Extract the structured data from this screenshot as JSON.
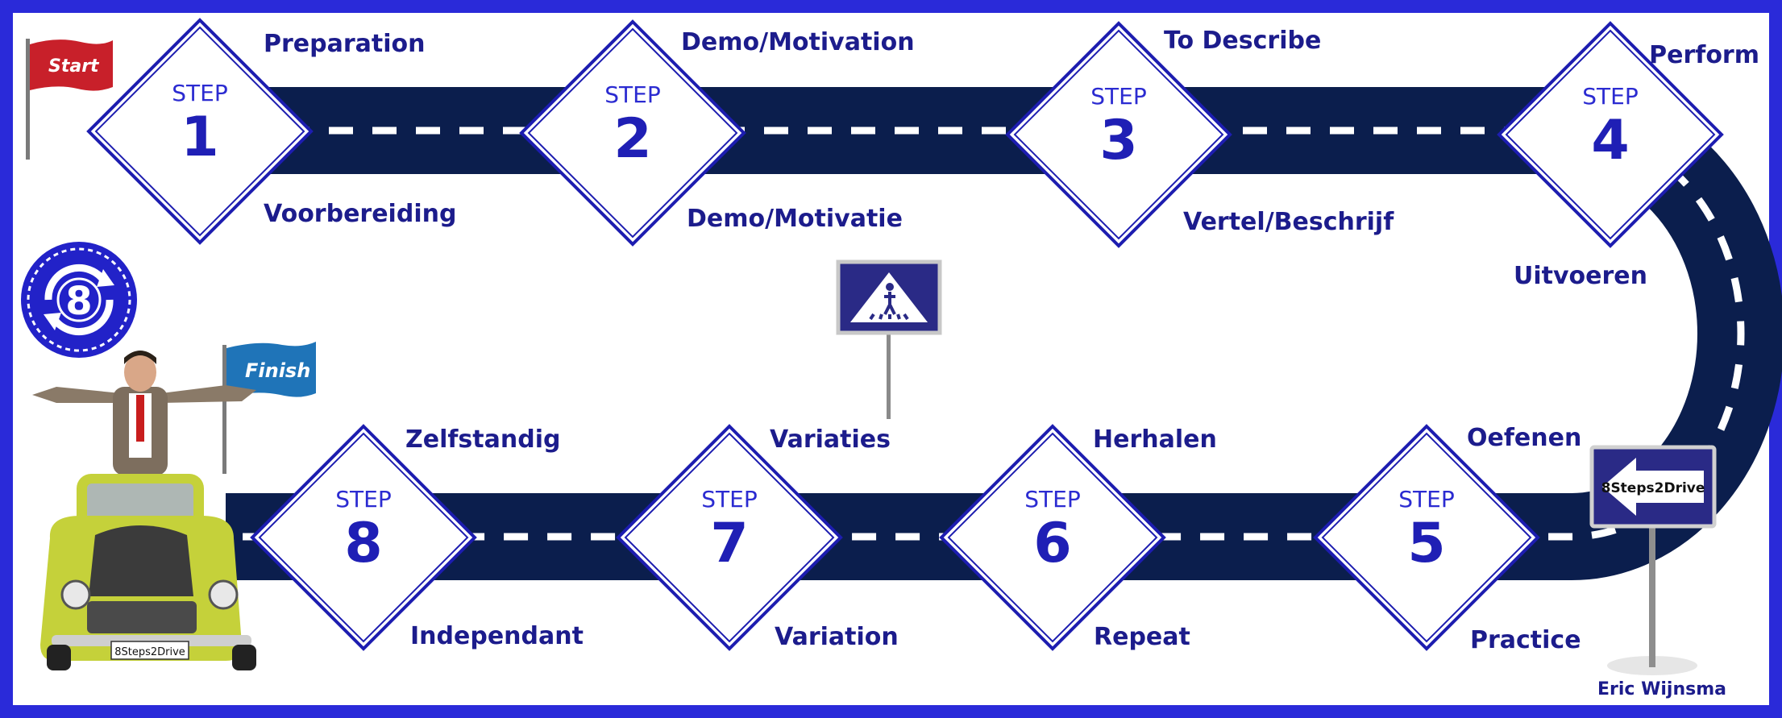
{
  "flags": {
    "start": "Start",
    "finish": "Finish"
  },
  "logo": {
    "number": "8"
  },
  "direction_sign": {
    "text": "8Steps2Drive"
  },
  "car": {
    "plate": "8Steps2Drive"
  },
  "author": "Eric Wijnsma",
  "step_word": "STEP",
  "steps": [
    {
      "number": "1",
      "top": "Preparation",
      "bottom": "Voorbereiding"
    },
    {
      "number": "2",
      "top": "Demo/Motivation",
      "bottom": "Demo/Motivatie"
    },
    {
      "number": "3",
      "top": "To Describe",
      "bottom": "Vertel/Beschrijf"
    },
    {
      "number": "4",
      "top": "Perform",
      "bottom": "Uitvoeren"
    },
    {
      "number": "5",
      "top": "Oefenen",
      "bottom": "Practice"
    },
    {
      "number": "6",
      "top": "Herhalen",
      "bottom": "Repeat"
    },
    {
      "number": "7",
      "top": "Variaties",
      "bottom": "Variation"
    },
    {
      "number": "8",
      "top": "Zelfstandig",
      "bottom": "Independant"
    }
  ],
  "colors": {
    "border": "#2828d8",
    "road": "#0a1f4e",
    "diamond_stroke": "#1d1db0",
    "text": "#1c1c8c",
    "start_flag": "#c8202a",
    "finish_flag": "#1f74b8",
    "car_body": "#c5d13a"
  }
}
